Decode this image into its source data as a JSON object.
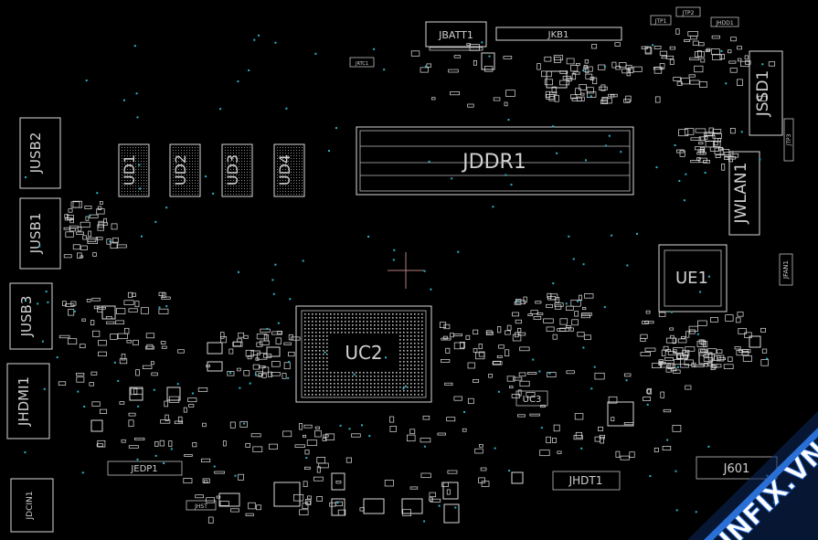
{
  "board": {
    "background": "#000000",
    "outline_color": "#d8d8d8",
    "via_color": "#2bb3c9",
    "watermark_color": "#2a6fd6"
  },
  "labels": {
    "jbatt": "JBATT1",
    "jkb": "JKB1",
    "jtp1": "JTP1",
    "jtp2": "JTP2",
    "jhdd1": "JHDD1",
    "jrtc": "JRTC1",
    "jssd": "JSSD1",
    "jddr": "JDDR1",
    "jwlan": "JWLAN1",
    "jusb2": "JUSB2",
    "jusb1": "JUSB1",
    "jusb3": "JUSB3",
    "jhdmi": "JHDMI1",
    "jdcin": "JDCIN1",
    "ud1": "UD1",
    "ud2": "UD2",
    "ud3": "UD3",
    "ud4": "UD4",
    "uc2": "UC2",
    "ue1": "UE1",
    "uc3": "UC3",
    "jfan": "JFAN1",
    "jedp": "JEDP1",
    "jhdt": "JHDT1",
    "j601": "J601",
    "jtp3": "JTP3",
    "jhst": "JHST"
  },
  "watermark": {
    "text": "HNFIX.VN"
  }
}
